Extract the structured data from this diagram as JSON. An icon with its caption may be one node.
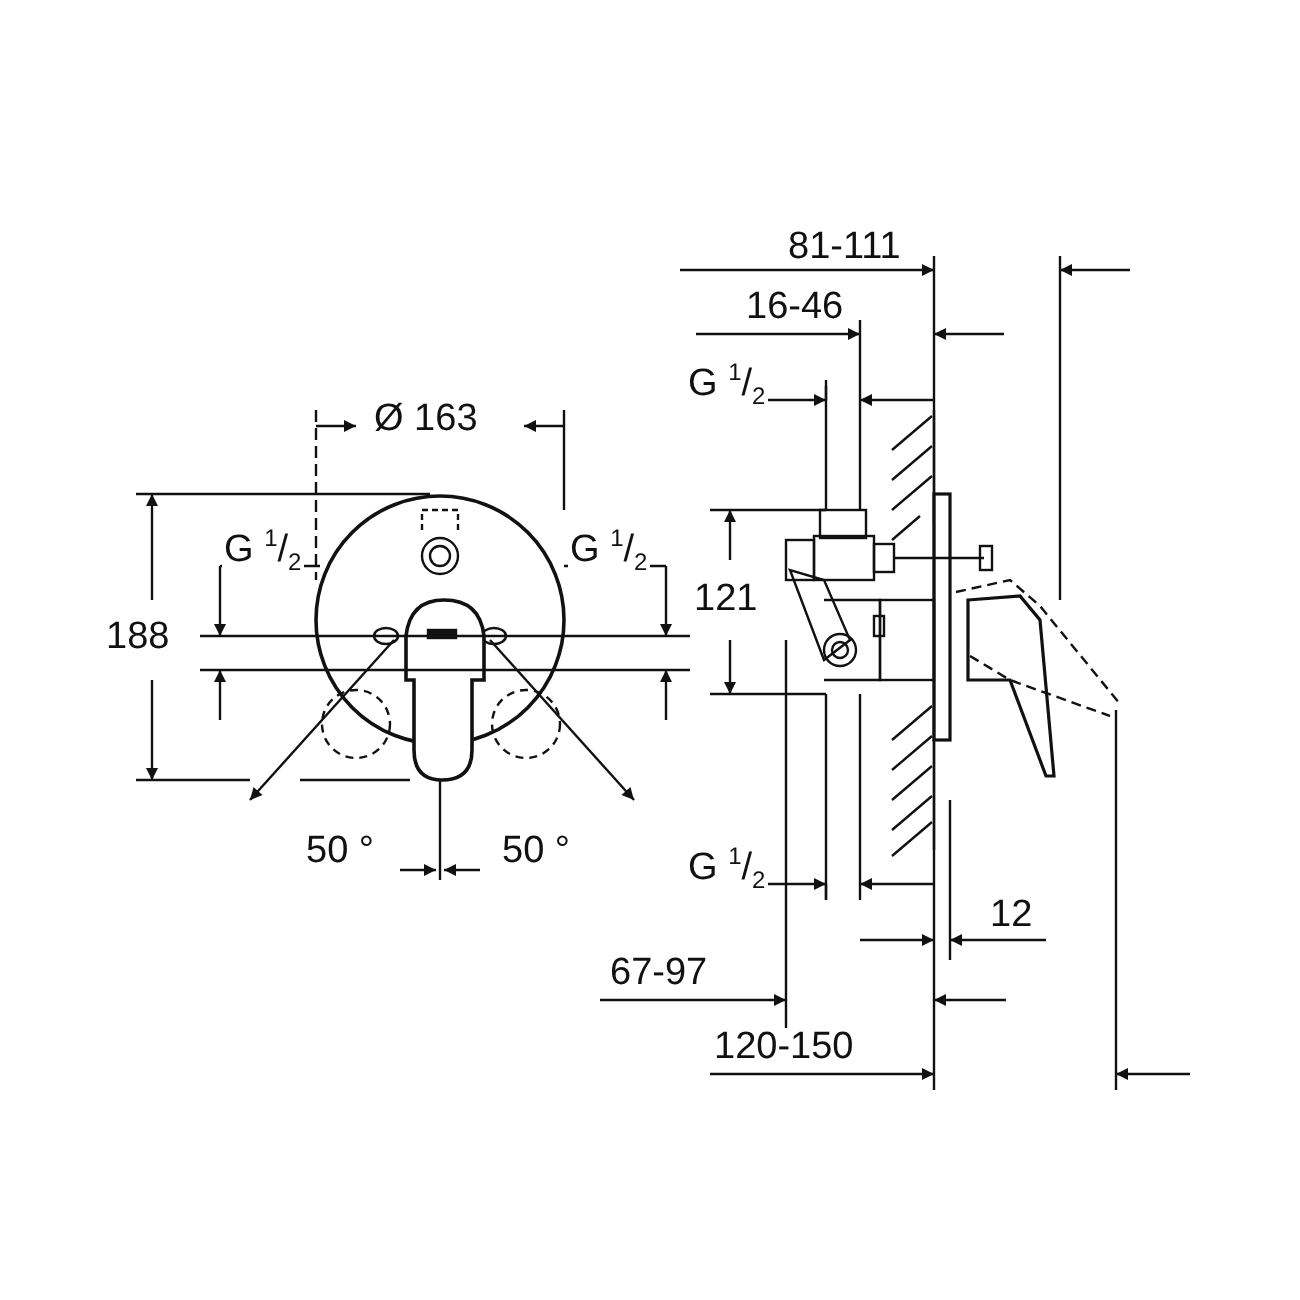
{
  "diagram": {
    "labels": [
      "81-111",
      "16-46",
      "G $^{1}$/$_{2}$",
      "Ø 163",
      "G $^{1}$/$_{2}$",
      "G $^{1}$/$_{2}$",
      "121",
      "188",
      "G $^{1}$/$_{2}$",
      "50 °",
      "50 °",
      "12",
      "67-97",
      "120-150"
    ]
  }
}
